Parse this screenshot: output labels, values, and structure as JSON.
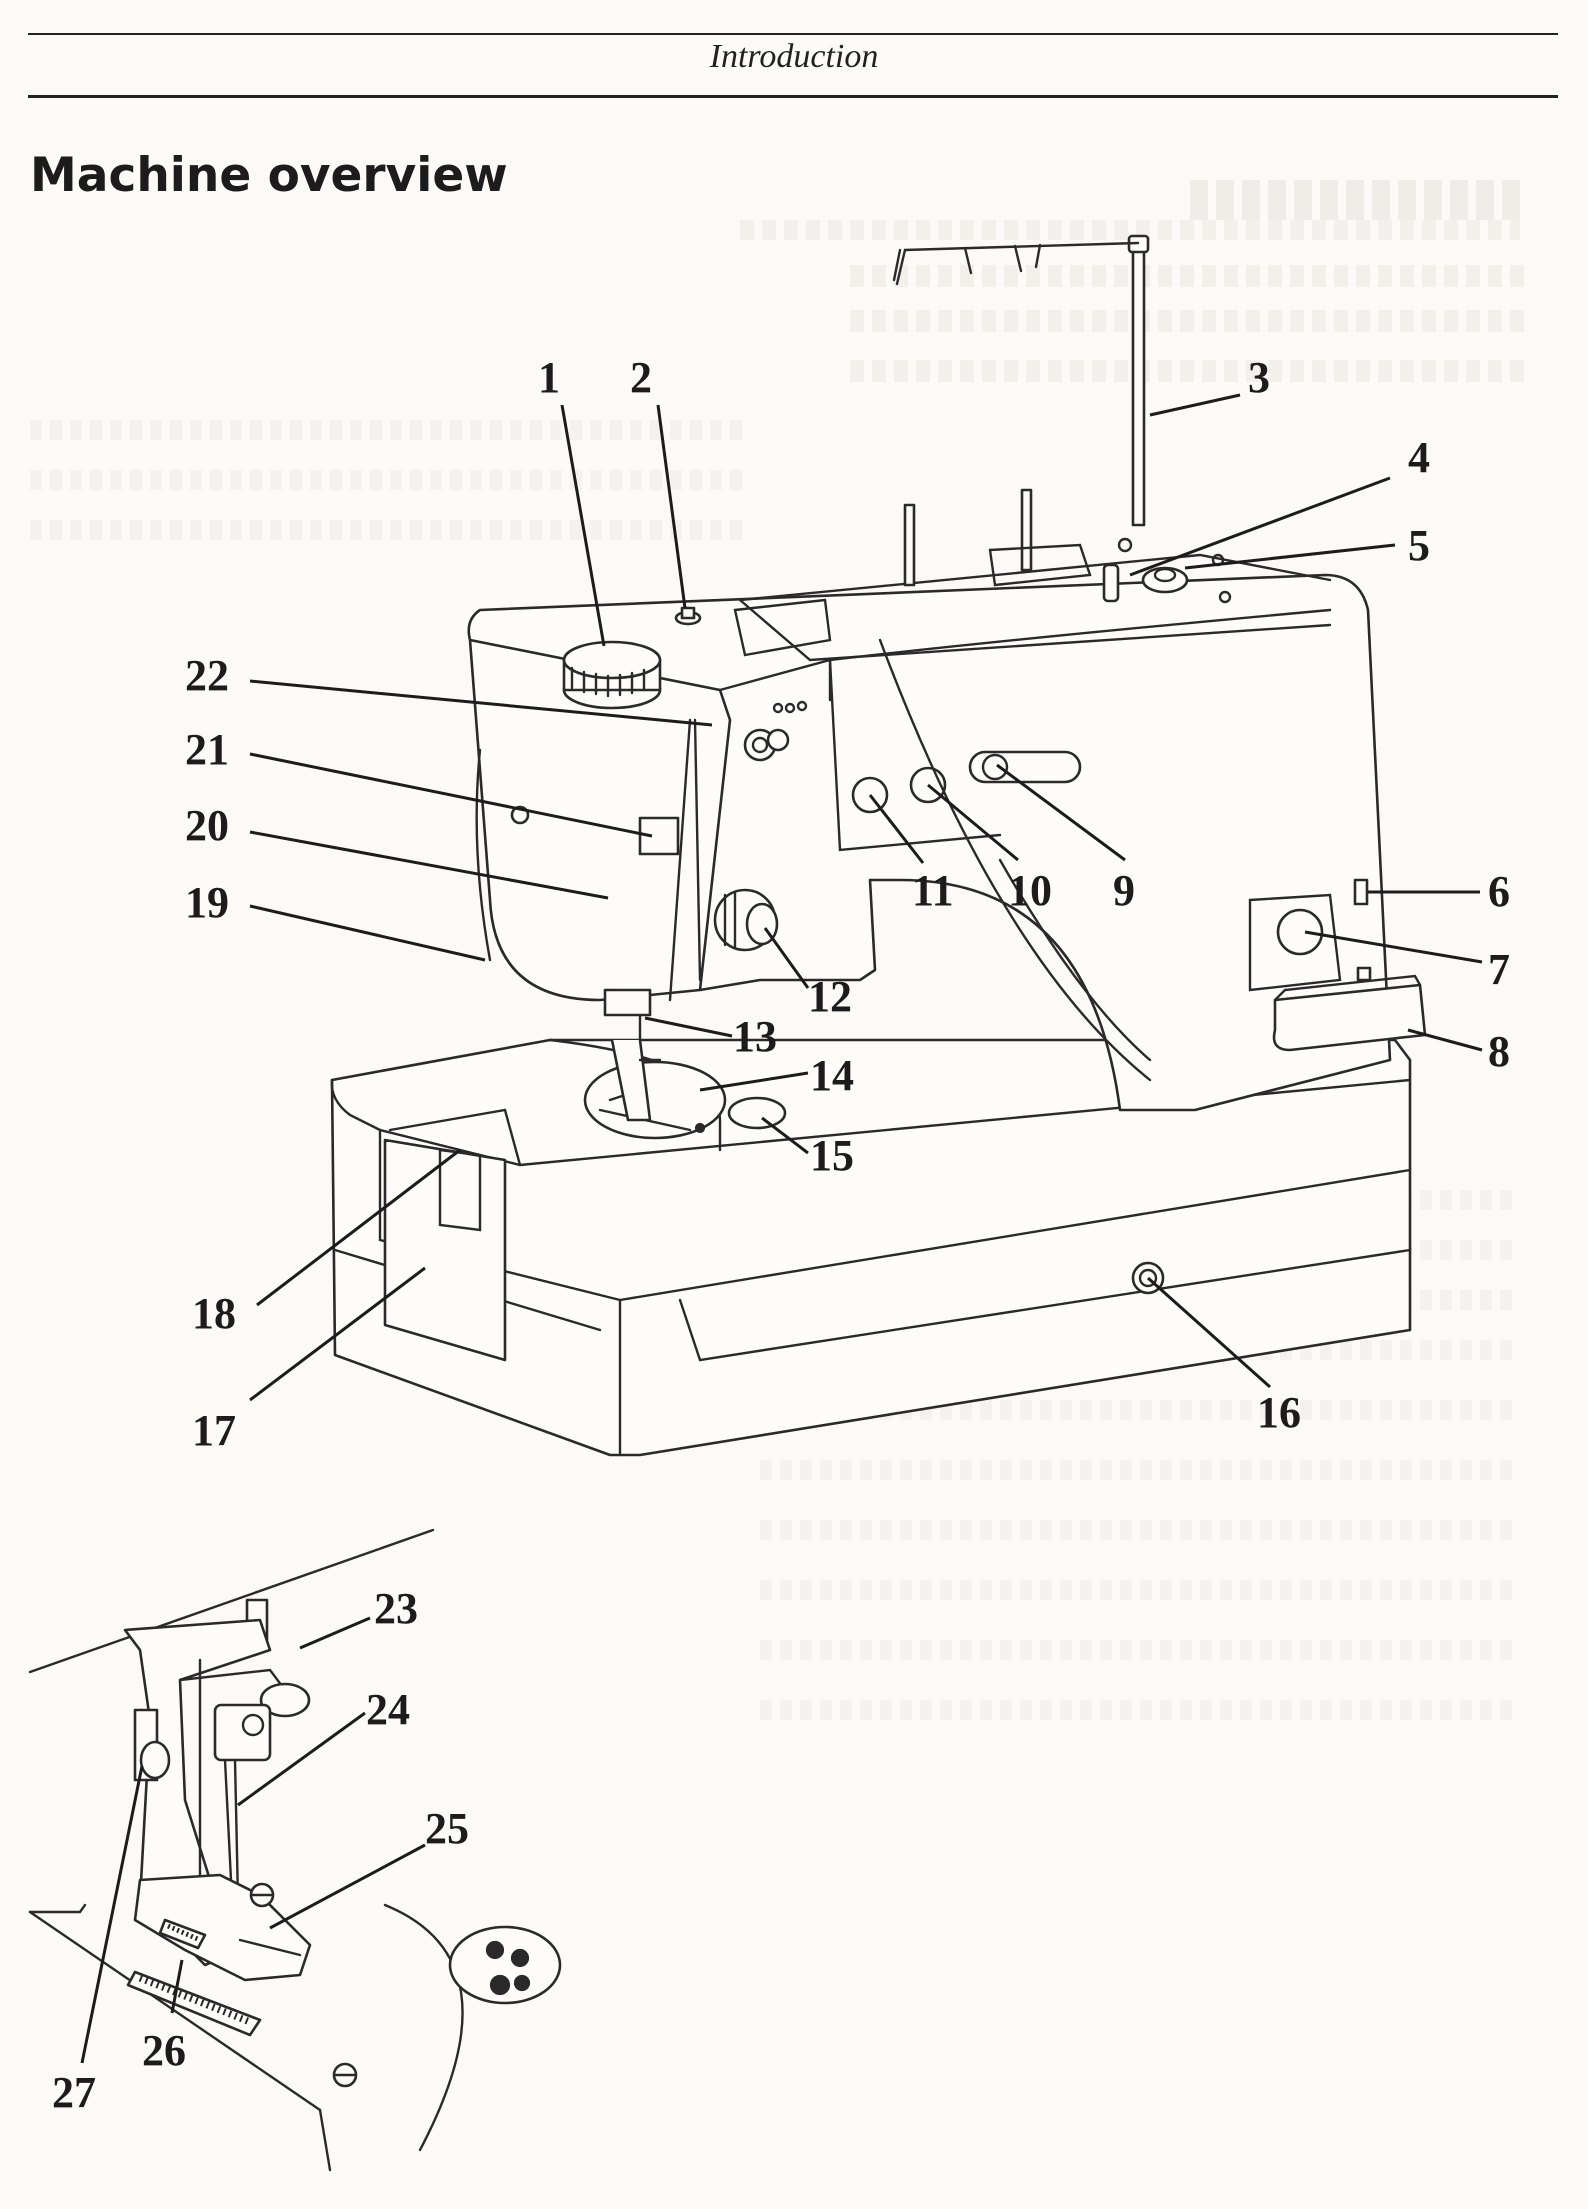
{
  "header": {
    "section_title": "Introduction"
  },
  "page": {
    "title": "Machine overview"
  },
  "diagram": {
    "callouts": [
      "1",
      "2",
      "3",
      "4",
      "5",
      "6",
      "7",
      "8",
      "9",
      "10",
      "11",
      "12",
      "13",
      "14",
      "15",
      "16",
      "17",
      "18",
      "19",
      "20",
      "21",
      "22",
      "23",
      "24",
      "25",
      "26",
      "27"
    ]
  }
}
